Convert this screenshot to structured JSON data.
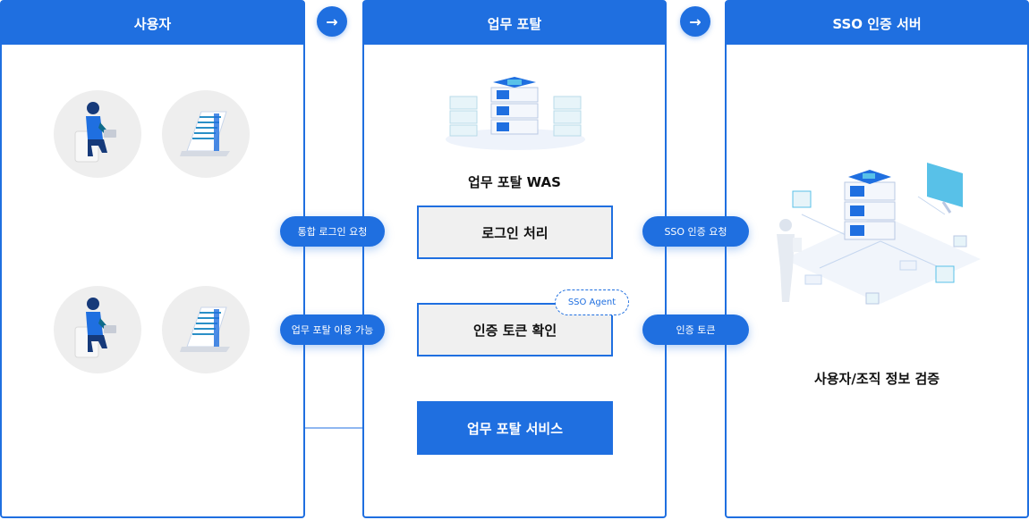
{
  "columns": {
    "user": "사용자",
    "portal": "업무 포탈",
    "sso": "SSO 인증 서버"
  },
  "arrow_glyph": "→",
  "portal_was_label": "업무 포탈 WAS",
  "boxes": {
    "login": "로그인 처리",
    "token_check": "인증 토큰 확인",
    "service": "업무 포탈 서비스"
  },
  "agent_tag": "SSO Agent",
  "pills": {
    "login_request": "통합 로그인 요청",
    "portal_available": "업무 포탈 이용 가능",
    "sso_request": "SSO 인증 요청",
    "auth_token": "인증 토큰"
  },
  "sso_caption": "사용자/조직 정보 검증",
  "colors": {
    "accent": "#1f6fe0",
    "box_bg": "#f0f0f0",
    "circle_bg": "#eeeeee"
  }
}
